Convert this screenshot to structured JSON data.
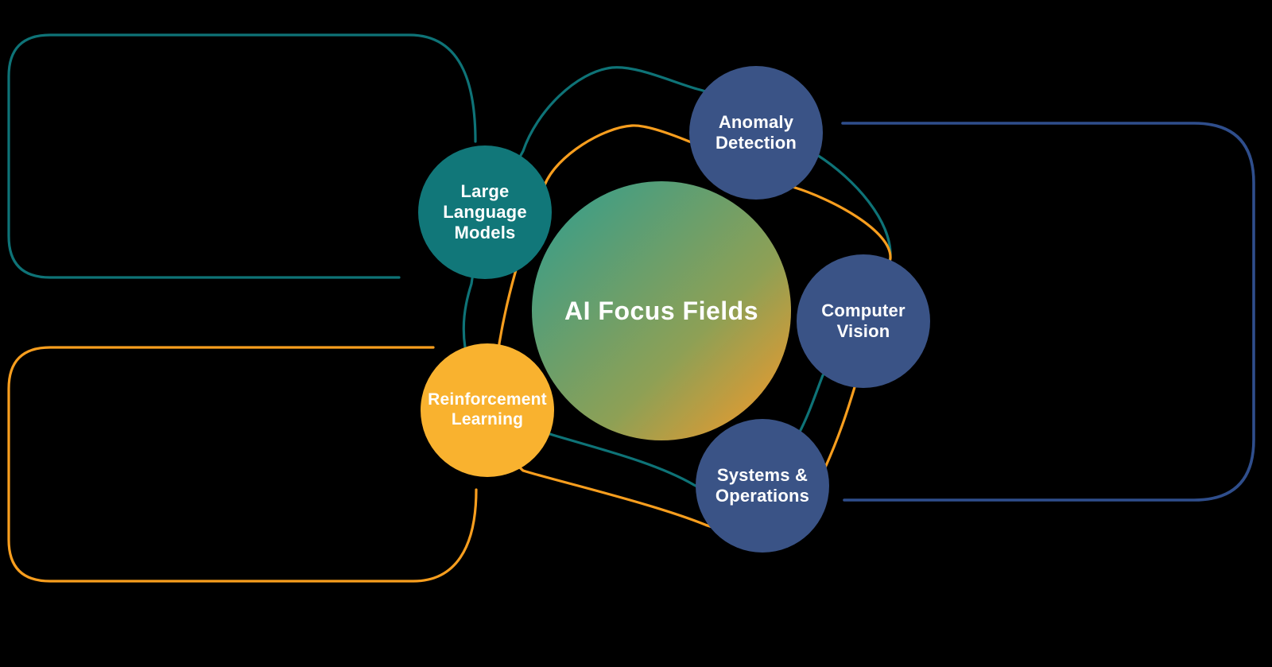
{
  "diagram": {
    "center": {
      "label": "AI Focus Fields"
    },
    "nodes": [
      {
        "id": "large-language-models",
        "label": "Large\nLanguage\nModels"
      },
      {
        "id": "anomaly-detection",
        "label": "Anomaly\nDetection"
      },
      {
        "id": "computer-vision",
        "label": "Computer\nVision"
      },
      {
        "id": "systems-operations",
        "label": "Systems &\nOperations"
      },
      {
        "id": "reinforcement-learning",
        "label": "Reinforcement\nLearning"
      }
    ],
    "colors": {
      "background": "#000000",
      "teal_fill": "#117779",
      "teal_line": "#0E7377",
      "navy_fill": "#3A5386",
      "navy_line": "#2F4E8C",
      "orange_fill": "#F9B22F",
      "orange_line": "#F89E1E",
      "center_gradient_start": "#2F9D8F",
      "center_gradient_mid": "#8EA055",
      "center_gradient_end": "#F0992B",
      "text": "#FFFFFF"
    }
  }
}
